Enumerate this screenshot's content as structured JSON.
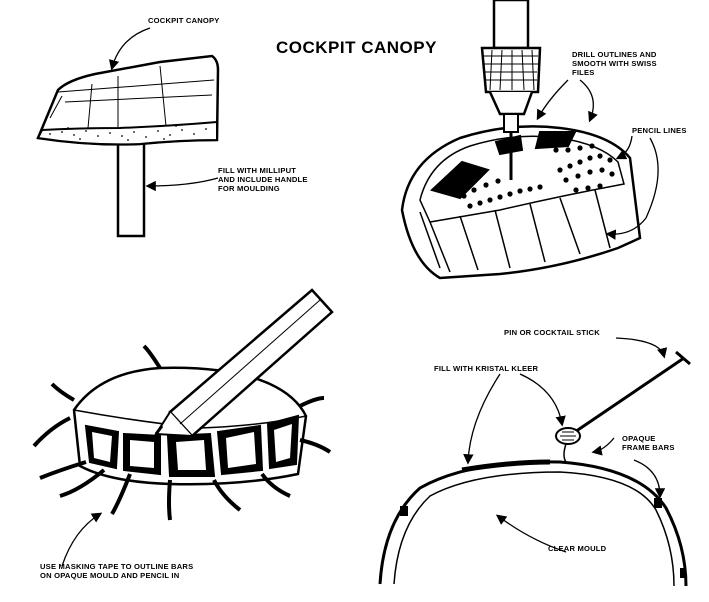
{
  "title": "COCKPIT CANOPY",
  "labels": {
    "cockpit_canopy": "COCKPIT CANOPY",
    "fill_milliput": [
      "FILL WITH MILLIPUT",
      "AND INCLUDE HANDLE",
      "FOR MOULDING"
    ],
    "drill_outlines": [
      "DRILL OUTLINES AND",
      "SMOOTH WITH SWISS",
      "FILES"
    ],
    "pencil_lines": "PENCIL LINES",
    "pin_stick": "PIN OR COCKTAIL STICK",
    "fill_kristal": "FILL WITH KRISTAL KLEER",
    "opaque_frame": [
      "OPAQUE",
      "FRAME BARS"
    ],
    "clear_mould": "CLEAR MOULD",
    "masking_tape": [
      "USE MASKING TAPE TO OUTLINE BARS",
      "ON OPAQUE MOULD AND PENCIL IN"
    ]
  }
}
